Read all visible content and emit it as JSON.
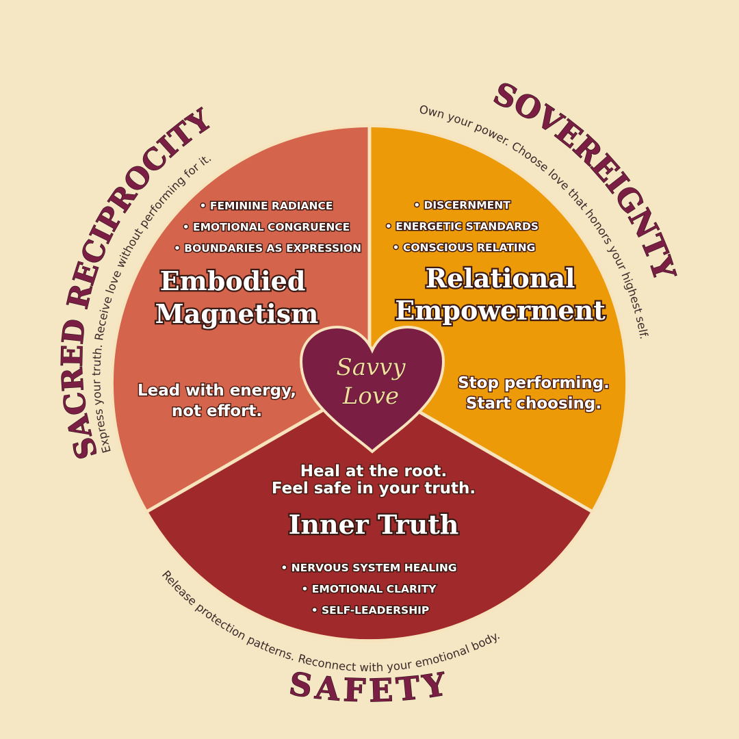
{
  "colors": {
    "background": "#f5e6c4",
    "embodied": "#d5644c",
    "relational": "#ec9a08",
    "inner": "#a02a2b",
    "heart": "#7a1e44",
    "title_ink": "#7a1e44"
  },
  "outer": {
    "left_title": "SACRED RECIPROCITY",
    "left_sub": "Express your truth. Receive love without performing for it.",
    "right_title": "SOVEREIGNTY",
    "right_sub": "Own your power. Choose love that honors your highest self.",
    "bottom_title": "SAFETY",
    "bottom_sub": "Release protection patterns. Reconnect with your emotional body."
  },
  "segments": {
    "embodied": {
      "title_l1": "Embodied",
      "title_l2": "Magnetism",
      "tag_l1": "Lead with energy,",
      "tag_l2": "not effort.",
      "bullets": [
        "• FEMININE RADIANCE",
        "• EMOTIONAL CONGRUENCE",
        "• BOUNDARIES AS EXPRESSION"
      ]
    },
    "relational": {
      "title_l1": "Relational",
      "title_l2": "Empowerment",
      "tag_l1": "Stop performing.",
      "tag_l2": "Start choosing.",
      "bullets": [
        "• DISCERNMENT",
        "• ENERGETIC STANDARDS",
        "• CONSCIOUS RELATING"
      ]
    },
    "inner": {
      "title": "Inner Truth",
      "tag_l1": "Heal at the root.",
      "tag_l2": "Feel safe in your truth.",
      "bullets": [
        "• NERVOUS SYSTEM HEALING",
        "• EMOTIONAL CLARITY",
        "• SELF-LEADERSHIP"
      ]
    }
  },
  "logo": {
    "line1": "Savvy",
    "line2": "Love"
  }
}
